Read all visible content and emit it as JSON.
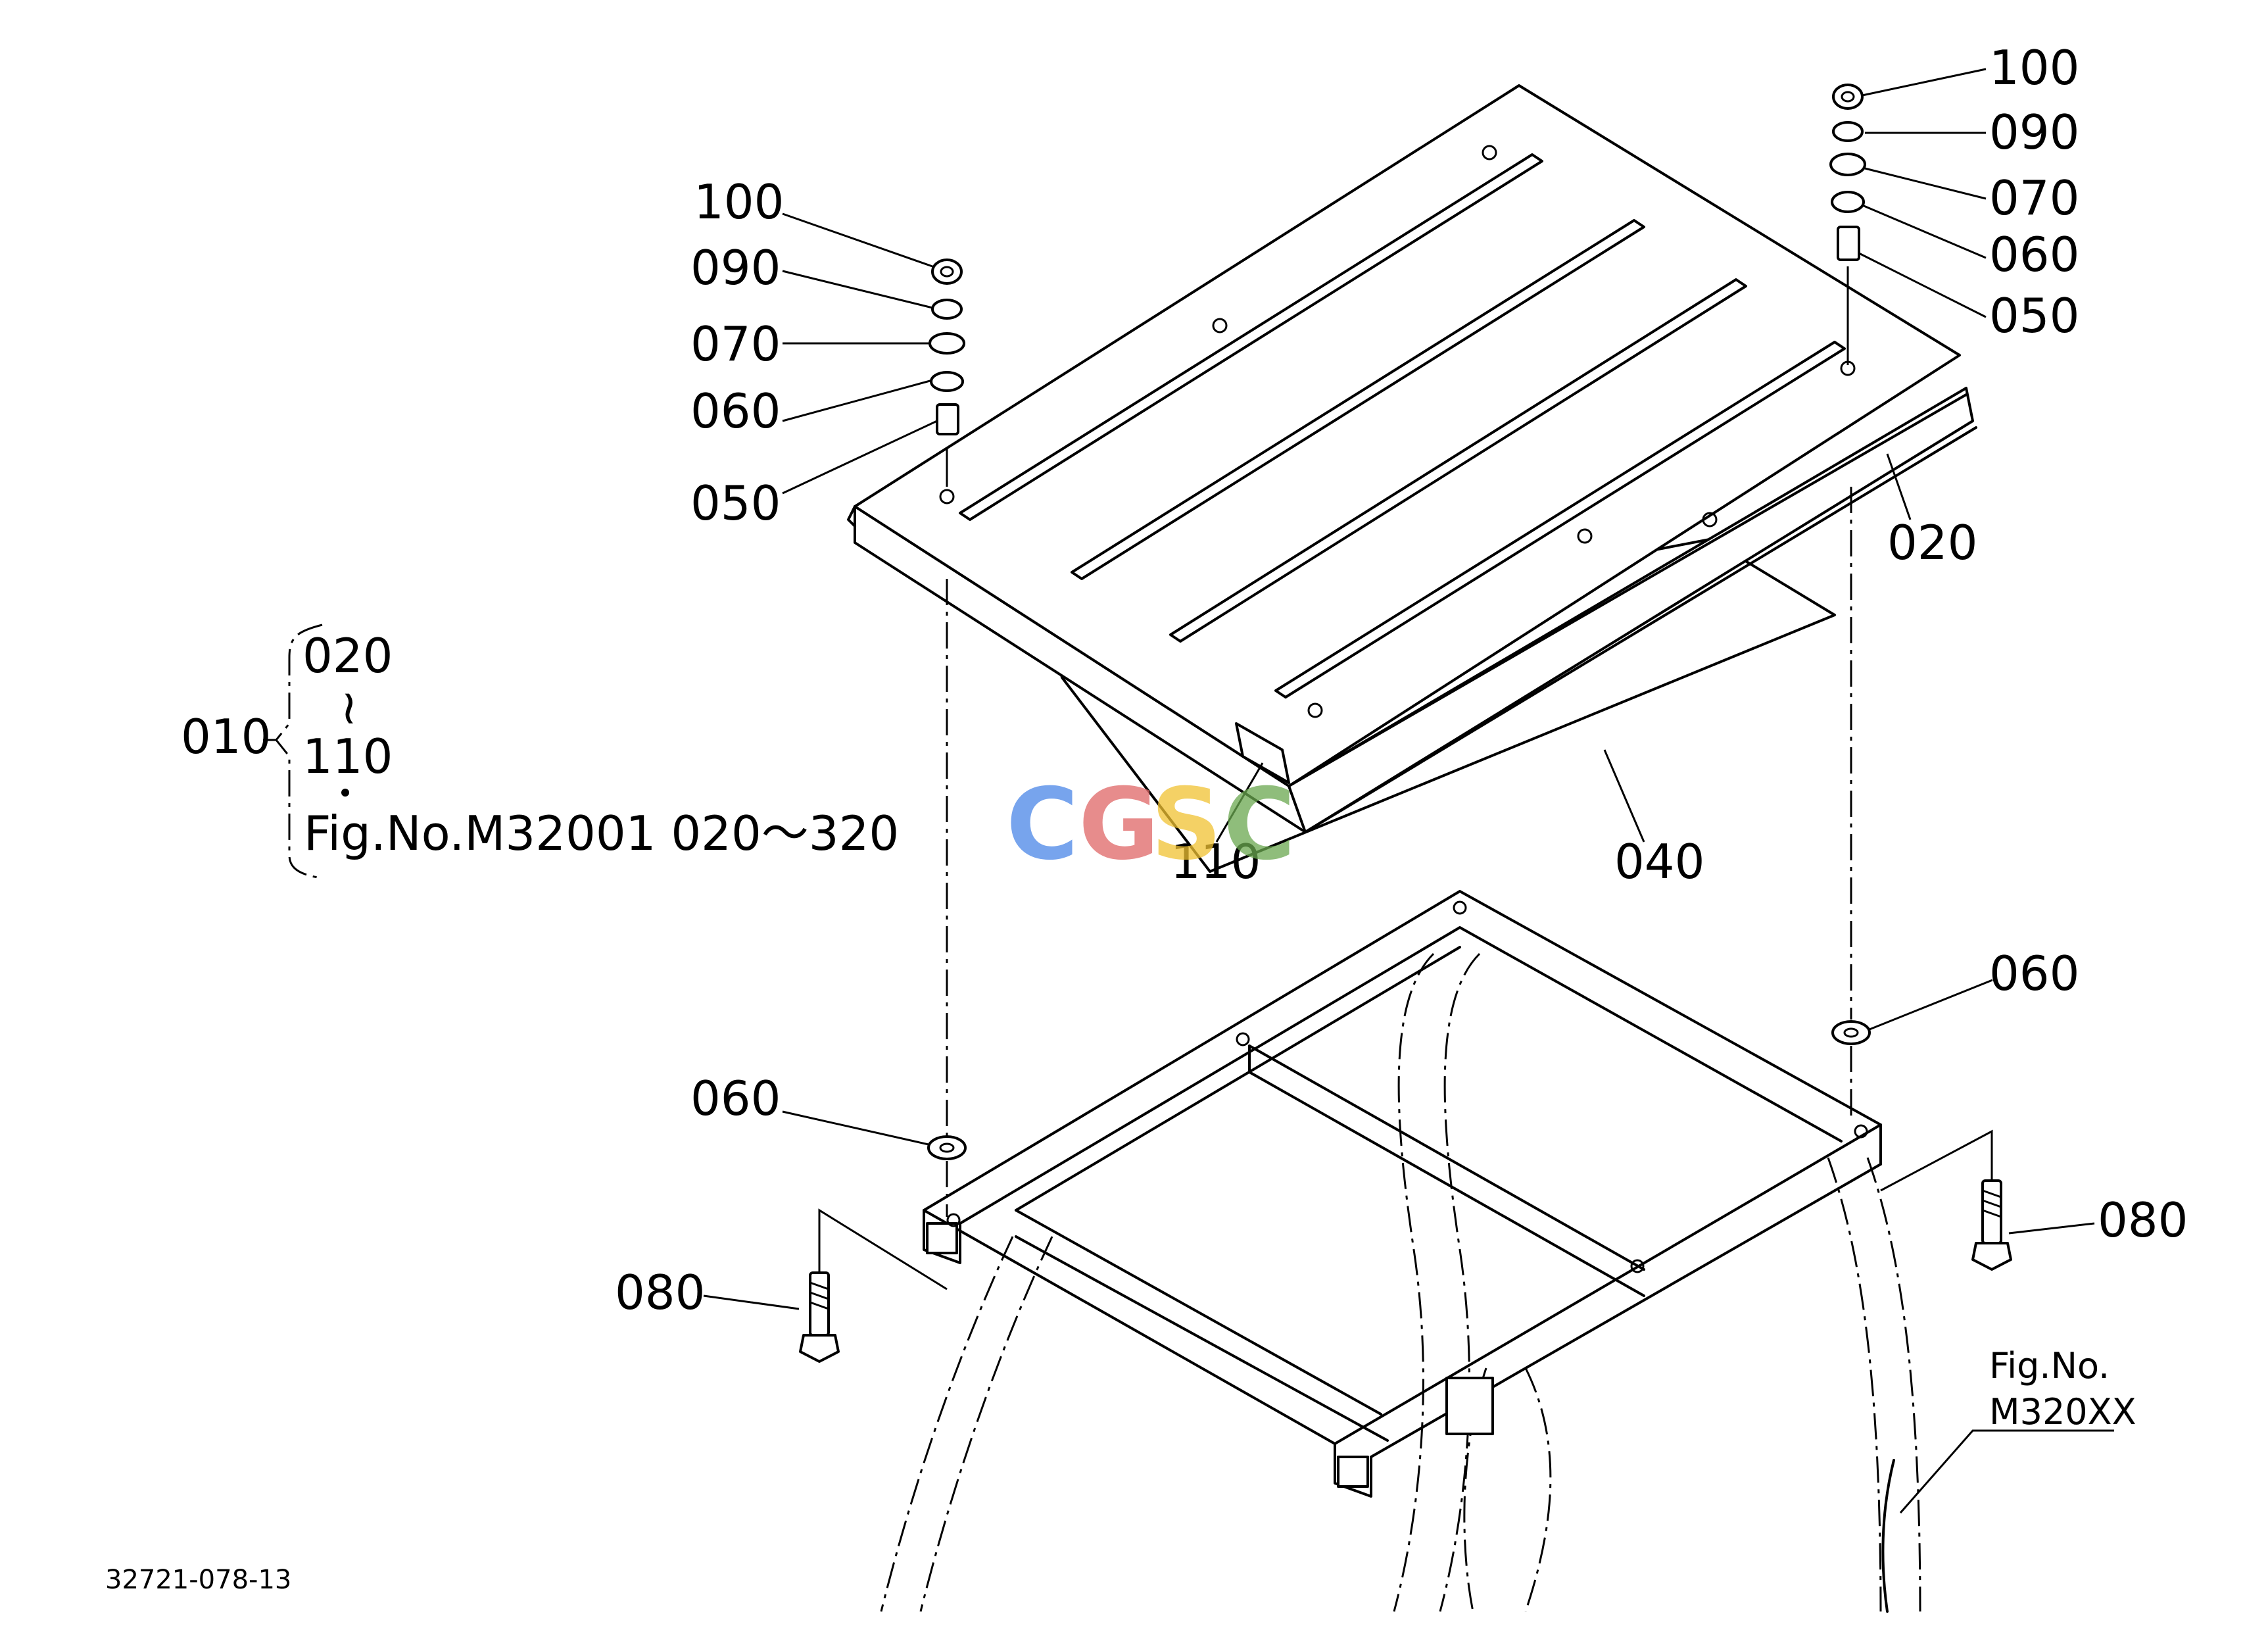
{
  "callouts": {
    "left_100": "100",
    "left_090": "090",
    "left_070": "070",
    "left_060": "060",
    "left_050": "050",
    "right_100": "100",
    "right_090": "090",
    "right_070": "070",
    "right_060": "060",
    "right_050": "050",
    "panel_020": "020",
    "plate_040": "040",
    "seal_110": "110",
    "frame_060_left": "060",
    "frame_060_right": "060",
    "bolt_080_left": "080",
    "bolt_080_right": "080"
  },
  "assembly_key": {
    "parent": "010",
    "range_start": "020",
    "range_mark": "~",
    "range_end": "110",
    "ref": "Fig.No.M32001  020～320"
  },
  "figure_ref": {
    "line1": "Fig.No.",
    "line2": "M320XX"
  },
  "drawing_number": "32721-078-13",
  "watermark": {
    "letters": [
      "C",
      "G",
      "S",
      "C"
    ],
    "colors": [
      "#4a86e8",
      "#e06666",
      "#f1c232",
      "#6aa84f"
    ]
  }
}
